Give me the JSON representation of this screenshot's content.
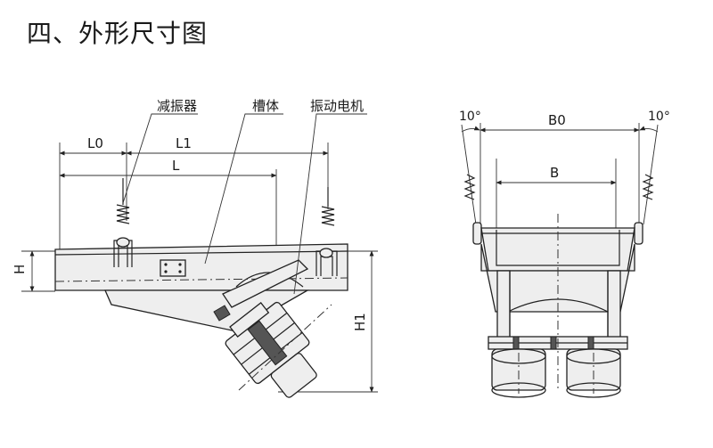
{
  "title": "四、外形尺寸图",
  "side_view": {
    "callouts": {
      "spring": "减振器",
      "trough": "槽体",
      "motor": "振动电机"
    },
    "dimensions": {
      "l0": "L0",
      "l1": "L1",
      "l": "L",
      "h": "H",
      "h1": "H1"
    }
  },
  "front_view": {
    "dimensions": {
      "b0": "B0",
      "b": "B",
      "angle_left": "10°",
      "angle_right": "10°"
    }
  }
}
